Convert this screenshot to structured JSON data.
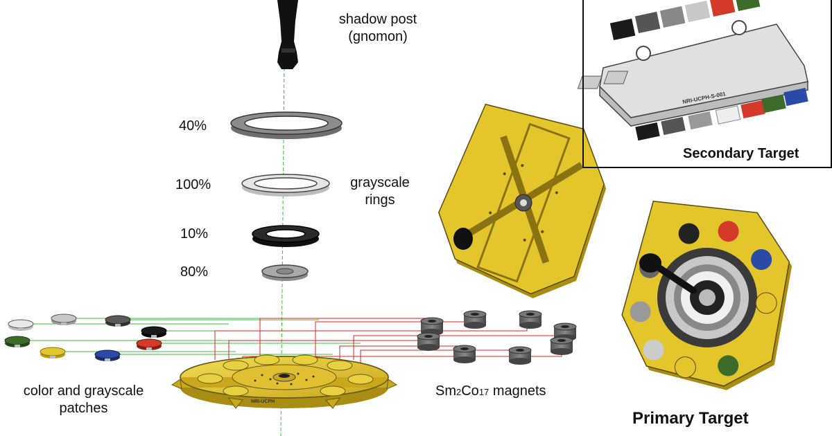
{
  "labels": {
    "shadow_post_line1": "shadow post",
    "shadow_post_line2": "(gnomon)",
    "grayscale_rings_line1": "grayscale",
    "grayscale_rings_line2": "rings",
    "color_patches_line1": "color and grayscale",
    "color_patches_line2": "patches",
    "magnets_prefix": "Sm",
    "magnets_sub1": "2",
    "magnets_mid": "Co",
    "magnets_sub2": "17",
    "magnets_suffix": " magnets",
    "secondary_target": "Secondary Target",
    "primary_target": "Primary Target"
  },
  "rings": [
    {
      "percent": "40%",
      "color": "#8c8c8c"
    },
    {
      "percent": "100%",
      "color": "#e6e6e6"
    },
    {
      "percent": "10%",
      "color": "#2a2a2a"
    },
    {
      "percent": "80%",
      "color": "#a8a8a8"
    }
  ],
  "plate_markings": {
    "primary_plate": "NRI-UCPH",
    "secondary_bar": "NRI-UCPH-S-001"
  },
  "colors": {
    "gold": "#e3c52c",
    "gold_dark": "#a88c14",
    "red": "#d33a2a",
    "green": "#3d6b2a",
    "blue": "#2a4aa8",
    "guide_green": "#3cbf3c",
    "guide_red": "#e02020"
  }
}
